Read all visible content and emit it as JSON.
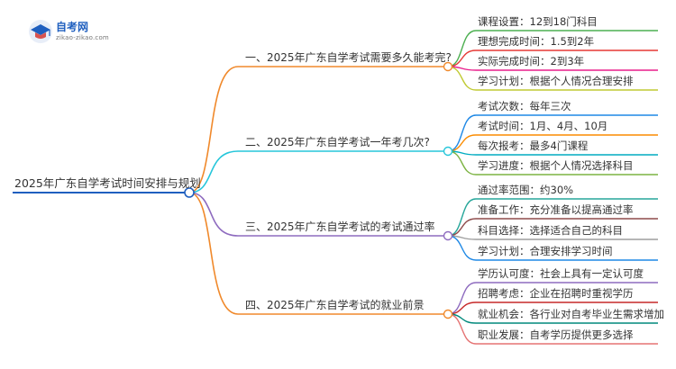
{
  "logo": {
    "name": "自考网",
    "site": "zikao-zikao.com"
  },
  "root": {
    "label": "2025年广东自学考试时间安排与规划"
  },
  "branches": [
    {
      "label": "一、2025年广东自学考试需要多久能考完?",
      "color": "#f0892b",
      "leaves": [
        {
          "label": "课程设置：12到18门科目",
          "color": "#4caf50"
        },
        {
          "label": "理想完成时间：1.5到2年",
          "color": "#e53935"
        },
        {
          "label": "实际完成时间：2到3年",
          "color": "#e91e8c"
        },
        {
          "label": "学习计划：根据个人情况合理安排",
          "color": "#c0ca33"
        }
      ]
    },
    {
      "label": "二、2025年广东自学考试一年考几次?",
      "color": "#26c6da",
      "leaves": [
        {
          "label": "考试次数：每年三次",
          "color": "#1e88e5"
        },
        {
          "label": "考试时间：1月、4月、10月",
          "color": "#fb8c00"
        },
        {
          "label": "每次报考：最多4门课程",
          "color": "#00acc1"
        },
        {
          "label": "学习进度：根据个人情况选择科目",
          "color": "#7cb342"
        }
      ]
    },
    {
      "label": "三、2025年广东自学考试的考试通过率",
      "color": "#8e6bbf",
      "leaves": [
        {
          "label": "通过率范围：约30%",
          "color": "#26a69a"
        },
        {
          "label": "准备工作：充分准备以提高通过率",
          "color": "#8d4a4a"
        },
        {
          "label": "科目选择：选择适合自己的科目",
          "color": "#9e9e9e"
        },
        {
          "label": "学习计划：合理安排学习时间",
          "color": "#1e88e5"
        }
      ]
    },
    {
      "label": "四、2025年广东自学考试的就业前景",
      "color": "#f0892b",
      "leaves": [
        {
          "label": "学历认可度：社会上具有一定认可度",
          "color": "#8e6bbf"
        },
        {
          "label": "招聘考虑：企业在招聘时重视学历",
          "color": "#c62828"
        },
        {
          "label": "就业机会：各行业对自考毕业生需求增加",
          "color": "#00897b"
        },
        {
          "label": "职业发展：自考学历提供更多选择",
          "color": "#e57373"
        }
      ]
    }
  ],
  "colors": {
    "root": "#1f5fbf",
    "node_fill": "#ffffff"
  }
}
